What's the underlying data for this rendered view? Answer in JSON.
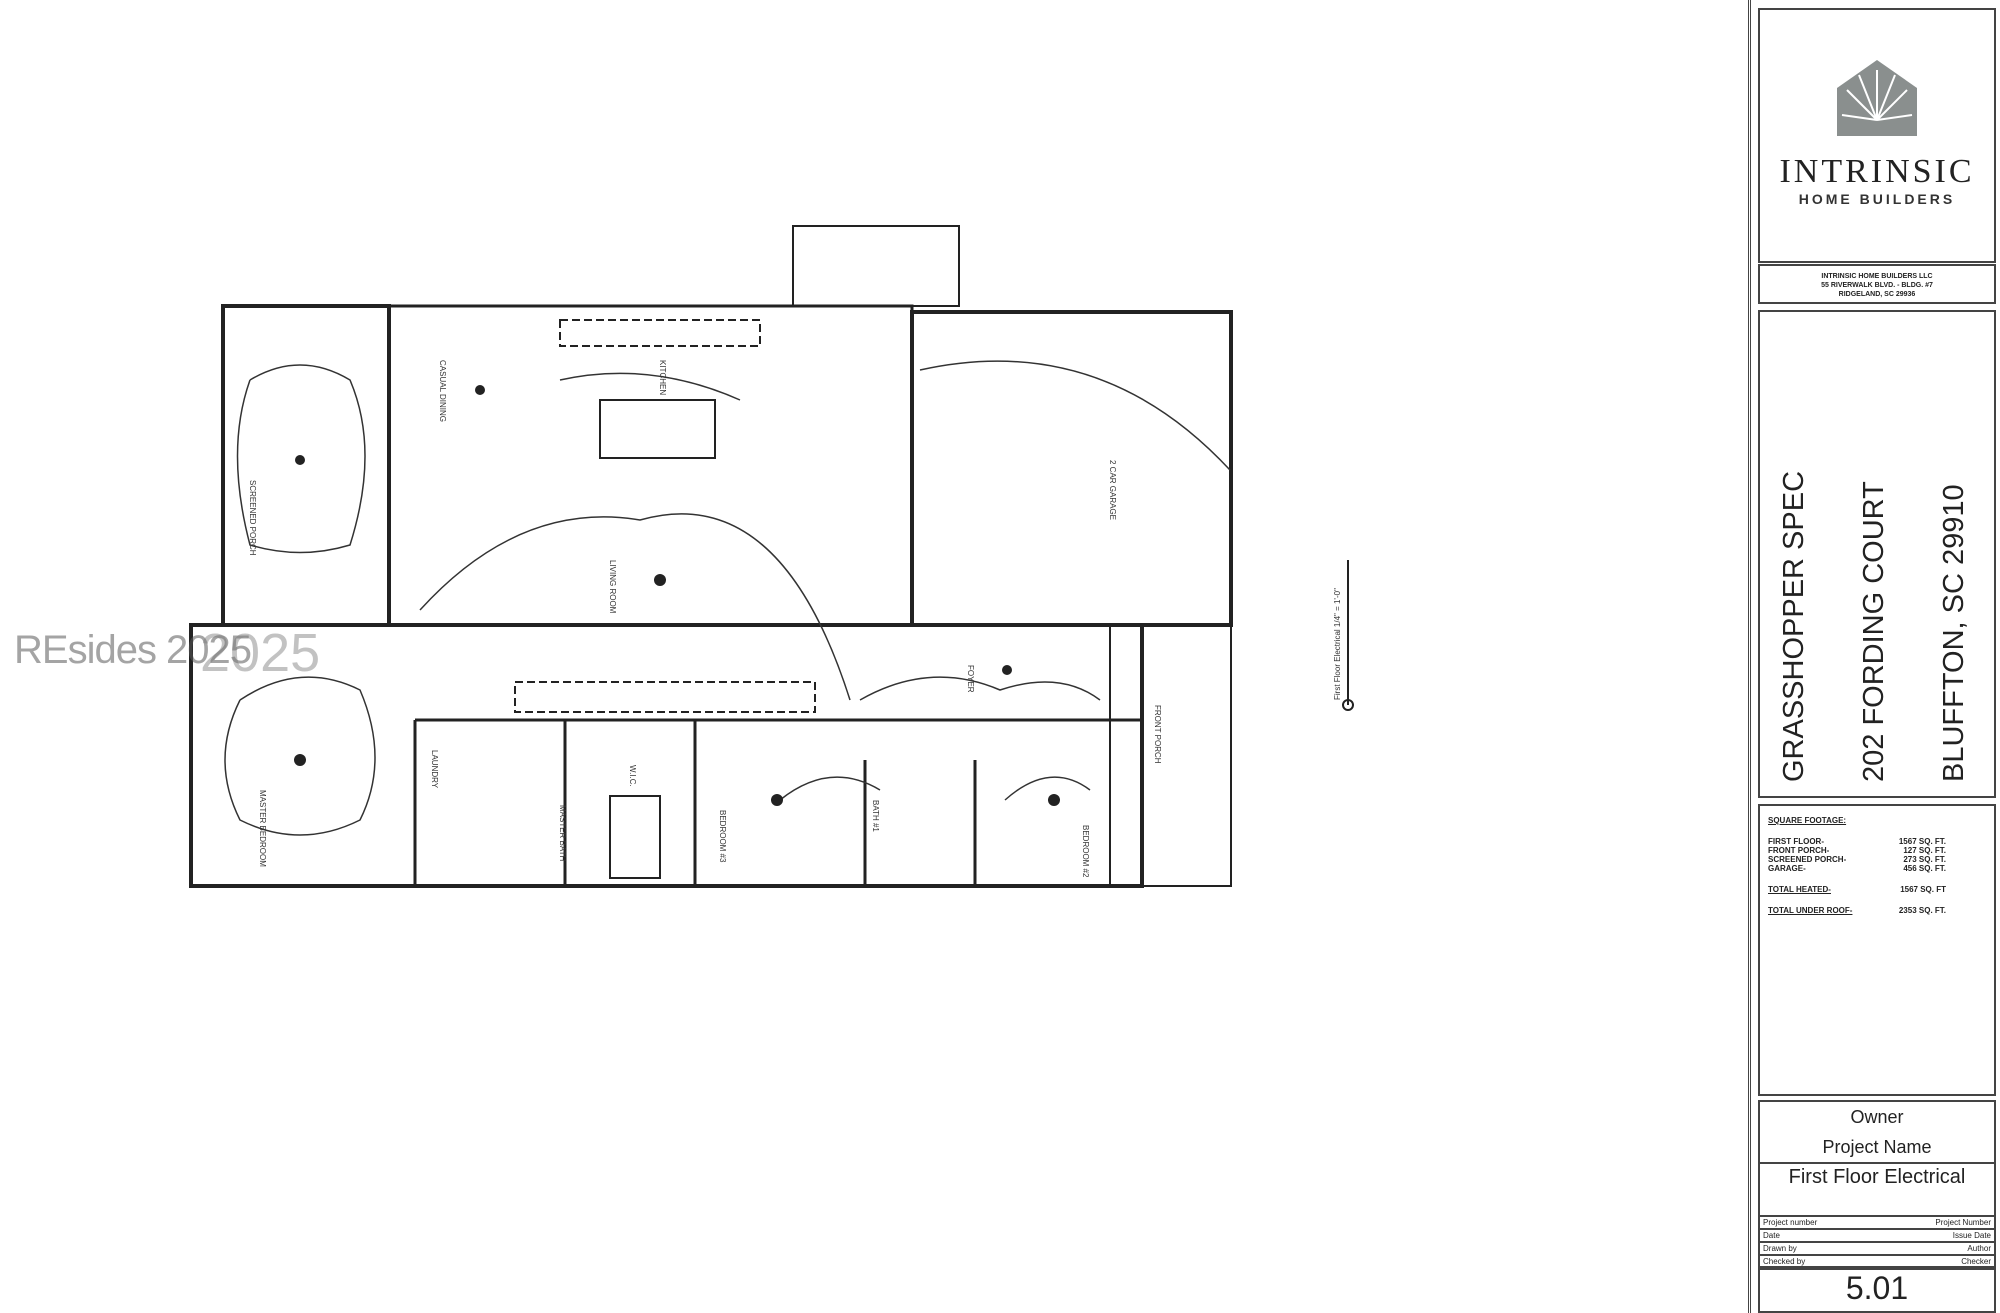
{
  "watermark": "REsides 2025",
  "watermark_year": "2025",
  "plan": {
    "rooms": [
      "SCREENED PORCH",
      "CASUAL DINING",
      "KITCHEN",
      "LIVING ROOM",
      "2 CAR GARAGE",
      "MASTER BEDROOM",
      "LAUNDRY",
      "MASTER BATH",
      "W.I.C.",
      "BEDROOM #3",
      "BATH #1",
      "BEDROOM #2",
      "FOYER",
      "FRONT PORCH"
    ],
    "scale_label": "First Floor Electrical 1/4\" = 1'-0\""
  },
  "title_block": {
    "logo_name": "INTRINSIC",
    "logo_sub": "HOME BUILDERS",
    "address": [
      "INTRINSIC HOME BUILDERS LLC",
      "55 RIVERWALK BLVD. - BLDG. #7",
      "RIDGELAND, SC 29936"
    ],
    "project": [
      "GRASSHOPPER SPEC",
      "202 FORDING COURT",
      "BLUFFTON, SC 29910"
    ],
    "sqft_heading": "SQUARE FOOTAGE:",
    "sqft": [
      {
        "label": "FIRST FLOOR-",
        "value": "1567 SQ. FT."
      },
      {
        "label": "FRONT PORCH-",
        "value": "127 SQ. FT."
      },
      {
        "label": "SCREENED PORCH-",
        "value": "273 SQ. FT."
      },
      {
        "label": "GARAGE-",
        "value": "456 SQ. FT."
      }
    ],
    "total_heated": {
      "label": "TOTAL HEATED-",
      "value": "1567 SQ. FT"
    },
    "total_roof": {
      "label": "TOTAL UNDER ROOF-",
      "value": "2353 SQ. FT."
    },
    "owner": "Owner",
    "project_name": "Project Name",
    "sheet_title": "First Floor Electrical",
    "rows": [
      {
        "k": "Project number",
        "v": "Project Number"
      },
      {
        "k": "Date",
        "v": "Issue Date"
      },
      {
        "k": "Drawn by",
        "v": "Author"
      },
      {
        "k": "Checked by",
        "v": "Checker"
      }
    ],
    "sheet_number": "5.01"
  }
}
